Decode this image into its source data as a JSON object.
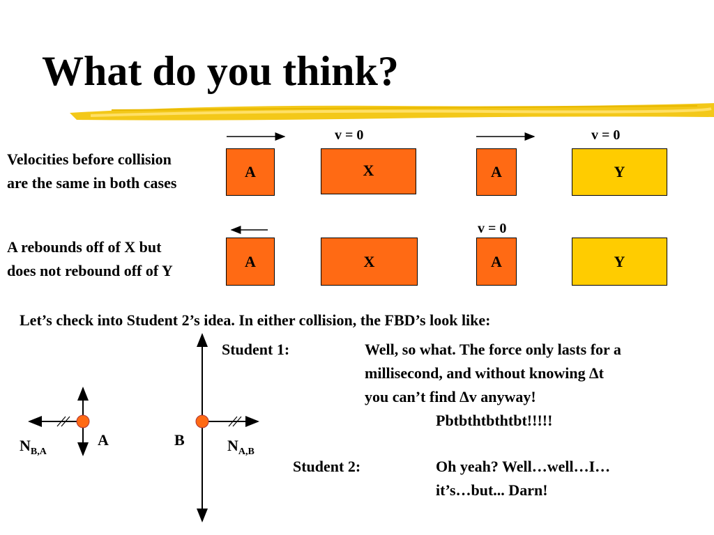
{
  "slide": {
    "title": "What do you think?",
    "accent_colors": {
      "orange": "#ff6a14",
      "yellow": "#ffcc00",
      "brush": "#f2c200"
    }
  },
  "scenario": {
    "left_note_1": [
      "Velocities before collision",
      "are the same in both cases"
    ],
    "left_note_2": [
      "A rebounds off of X but",
      "does not rebound off of Y"
    ],
    "v_zero": "v = 0",
    "box_a": "A",
    "box_x": "X",
    "box_y": "Y"
  },
  "fbd": {
    "intro": "Let’s check into Student 2’s idea.  In either collision, the FBD’s  look like:",
    "point_a": "A",
    "point_b": "B",
    "n_ba_main": "N",
    "n_ba_sub": "B,A",
    "n_ab_main": "N",
    "n_ab_sub": "A,B"
  },
  "dialogue": {
    "student1_label": "Student 1:",
    "student1_lines": [
      "Well, so what.  The force only lasts for a",
      "millisecond, and without knowing ∆t",
      "you can’t find ∆v anyway!",
      "Pbtbthtbthtbt!!!!!"
    ],
    "student2_label": "Student 2:",
    "student2_lines": [
      "Oh yeah?  Well…well…I…",
      "it’s…but...    Darn!"
    ]
  }
}
